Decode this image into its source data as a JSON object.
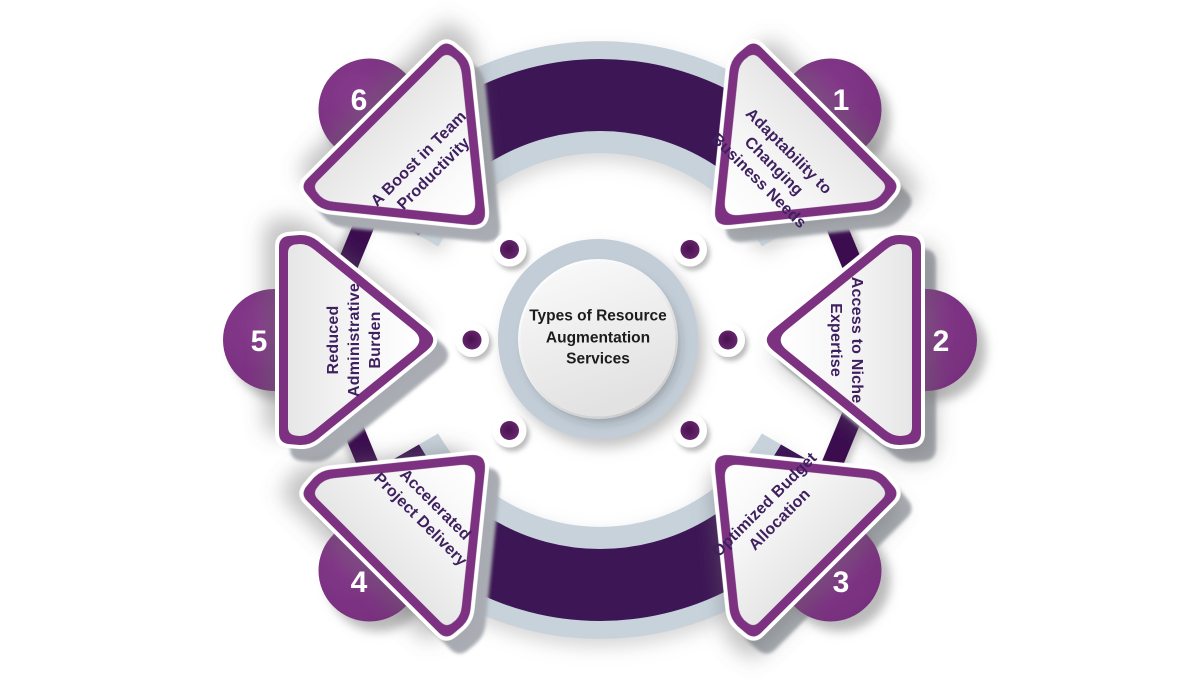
{
  "diagram": {
    "title": "Types of Resource\nAugmentation\nServices",
    "segments": [
      {
        "number": "1",
        "label": "Adaptability to\nChanging\nBusiness Needs"
      },
      {
        "number": "2",
        "label": "Access to Niche\nExpertise"
      },
      {
        "number": "3",
        "label": "Optimized Budget\nAllocation"
      },
      {
        "number": "4",
        "label": "Accelerated\nProject Delivery"
      },
      {
        "number": "5",
        "label": "Reduced\nAdministrative\nBurden"
      },
      {
        "number": "6",
        "label": "A Boost in Team\nProductivity"
      }
    ],
    "colors": {
      "purple": "#7c3181",
      "dark_purple": "#3e1754",
      "blue_gray": "#c7d2db",
      "label_text": "#3e1f5f",
      "center_text": "#1c1c1c"
    }
  }
}
